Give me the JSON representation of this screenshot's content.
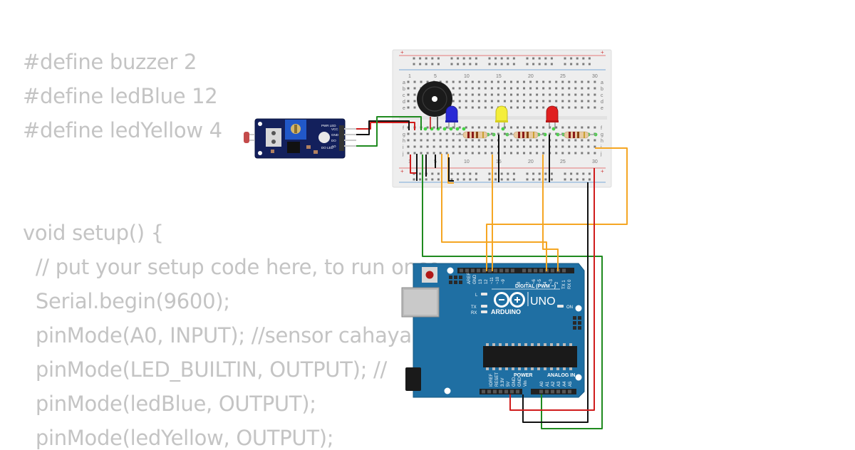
{
  "code": {
    "lines": [
      "#define buzzer 2",
      "#define ledBlue 12",
      "#define ledYellow 4",
      "",
      "",
      "void setup() {",
      "  // put your setup code here, to run once:",
      "  Serial.begin(9600);",
      "  pinMode(A0, INPUT); //sensor cahaya",
      "  pinMode(LED_BUILTIN, OUTPUT); //",
      "  pinMode(ledBlue, OUTPUT);",
      "  pinMode(ledYellow, OUTPUT);"
    ]
  },
  "breadboard": {
    "column_numbers": [
      "1",
      "5",
      "10",
      "15",
      "20",
      "25",
      "30"
    ],
    "row_letters_top": [
      "a",
      "b",
      "c",
      "d",
      "e"
    ],
    "row_letters_bottom": [
      "f",
      "g",
      "h",
      "i",
      "j"
    ],
    "plus": "+",
    "minus": "-"
  },
  "sensor_module": {
    "pin_labels": [
      "VCC",
      "GND",
      "DO",
      "AO"
    ],
    "pwr_led_label": "PWR\nLED",
    "do_led_label": "DO\nLED"
  },
  "arduino": {
    "board_name": "UNO",
    "brand": "ARDUINO",
    "digital_label": "DIGITAL (PWM ~)",
    "power_label": "POWER",
    "analog_label": "ANALOG IN",
    "on_label": "ON",
    "l_label": "L",
    "tx_label": "TX",
    "rx_label": "RX",
    "top_pins": [
      "AREF",
      "GND",
      "13",
      "12",
      "~11",
      "~10",
      "~9",
      "8",
      "7",
      "~6",
      "~5",
      "4",
      "~3",
      "2",
      "TX 1",
      "RX 0"
    ],
    "power_pins": [
      "IOREF",
      "RESET",
      "3.3V",
      "5V",
      "GND",
      "GND",
      "Vin"
    ],
    "analog_pins": [
      "A0",
      "A1",
      "A2",
      "A3",
      "A4",
      "A5"
    ]
  },
  "leds": [
    {
      "color_name": "blue",
      "color": "#2a2ad6"
    },
    {
      "color_name": "yellow",
      "color": "#f4ee3a"
    },
    {
      "color_name": "red",
      "color": "#e02020"
    }
  ],
  "colors": {
    "board_blue": "#1f6fa3",
    "wire_orange": "#f5a623",
    "wire_green": "#1f8a1f",
    "wire_red": "#d01c1c",
    "wire_black": "#111111",
    "breadboard_bg": "#eeeeee",
    "code_text": "#c4c4c4"
  }
}
